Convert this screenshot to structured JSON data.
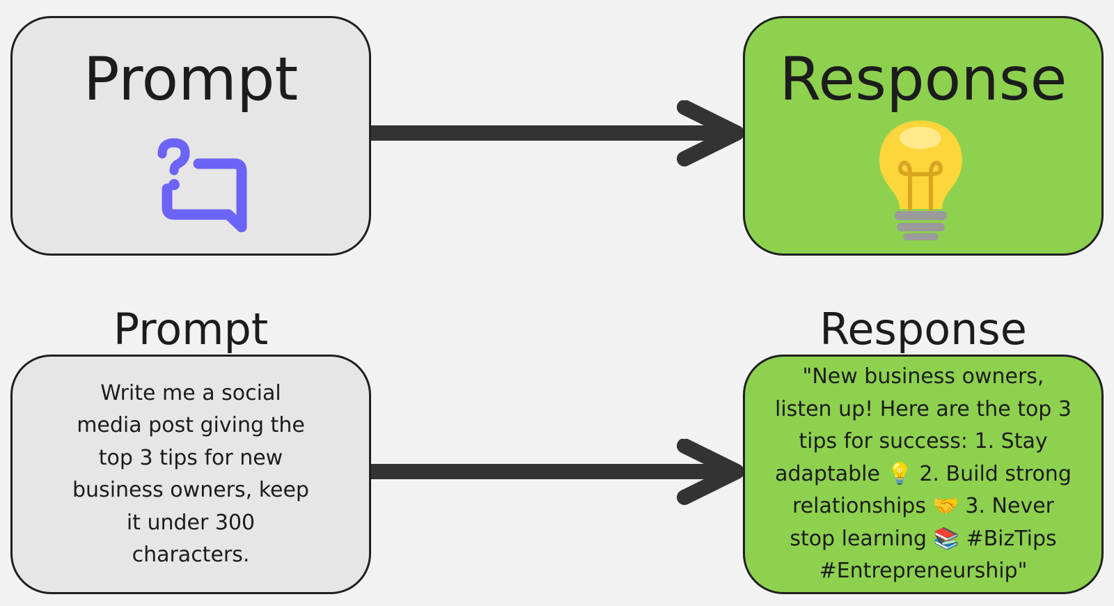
{
  "top": {
    "prompt_title": "Prompt",
    "response_title": "Response",
    "prompt_icon": "question-chat-icon",
    "response_icon": "lightbulb-icon"
  },
  "bottom": {
    "prompt_label": "Prompt",
    "response_label": "Response",
    "prompt_text": "Write me a social media post giving the top 3 tips for new business owners, keep it under 300 characters.",
    "response_text": "\"New business owners, listen up! Here are the top 3 tips for success: 1. Stay adaptable 💡 2. Build strong relationships 🤝 3. Never stop learning 📚 #BizTips #Entrepreneurship\""
  },
  "colors": {
    "prompt_box": "#e6e6e6",
    "response_box": "#8ed14f",
    "icon_purple": "#6c63f7",
    "arrow": "#333333"
  }
}
